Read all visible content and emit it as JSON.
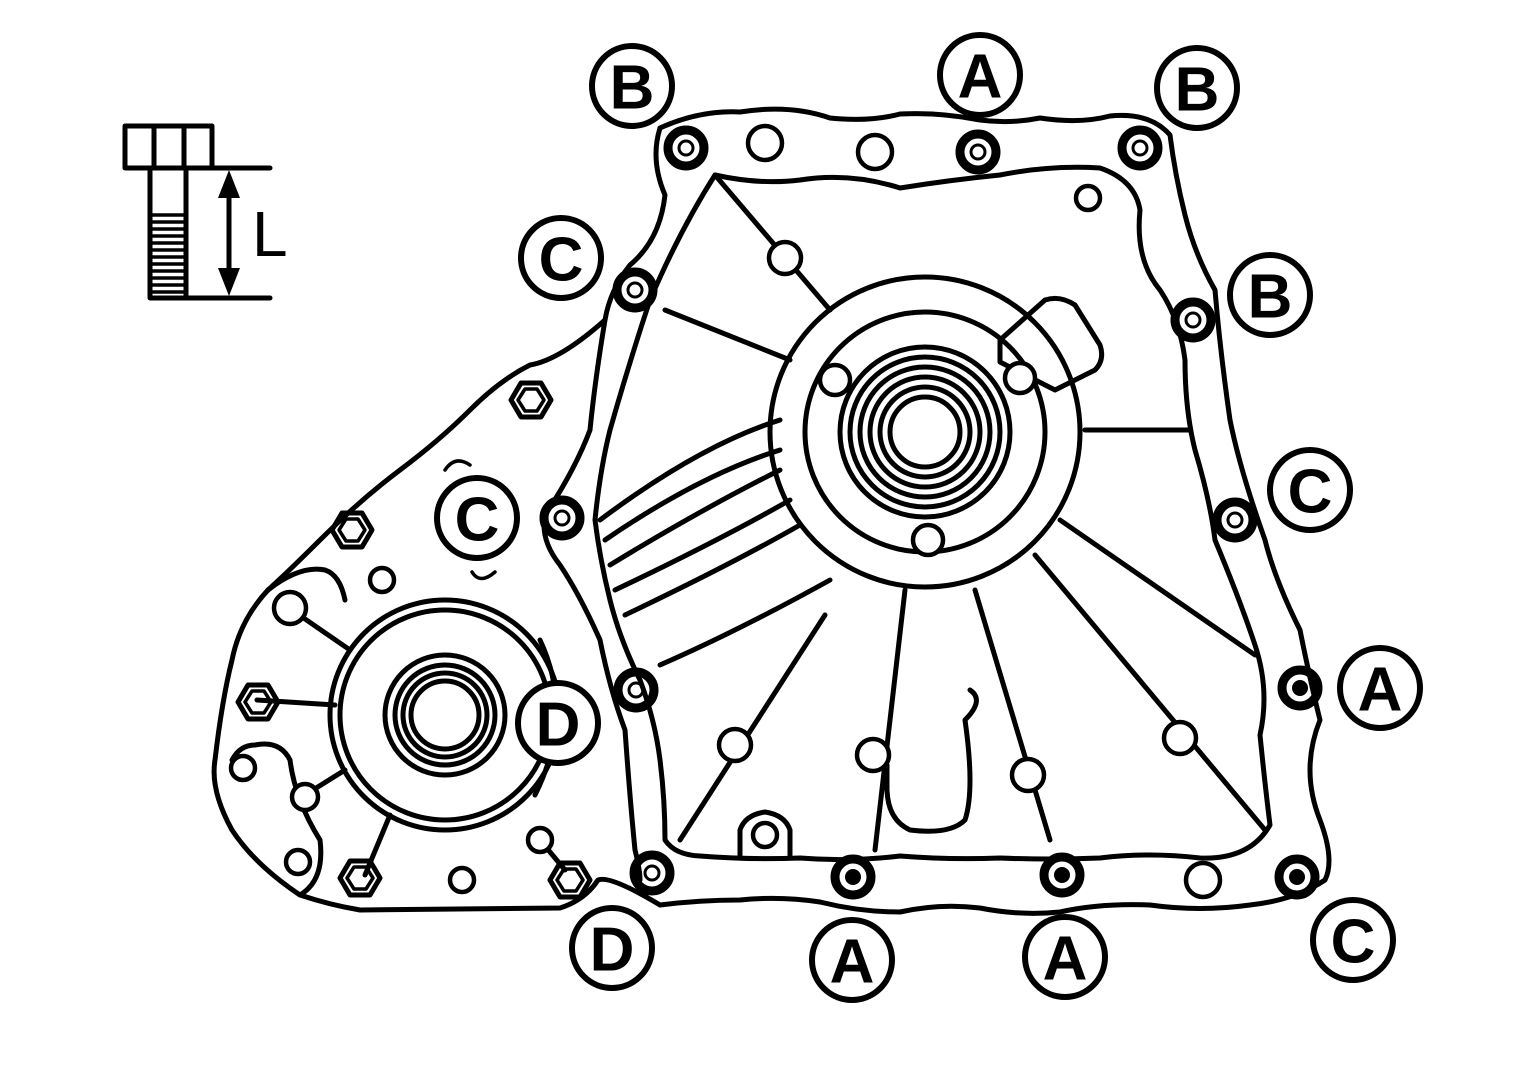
{
  "length_symbol": "L",
  "bolt_labels": [
    {
      "id": "b1",
      "text": "B"
    },
    {
      "id": "a1",
      "text": "A"
    },
    {
      "id": "b2",
      "text": "B"
    },
    {
      "id": "c1",
      "text": "C"
    },
    {
      "id": "b3",
      "text": "B"
    },
    {
      "id": "c2",
      "text": "C"
    },
    {
      "id": "c3",
      "text": "C"
    },
    {
      "id": "d1",
      "text": "D"
    },
    {
      "id": "a2",
      "text": "A"
    },
    {
      "id": "d2",
      "text": "D"
    },
    {
      "id": "a3",
      "text": "A"
    },
    {
      "id": "a4",
      "text": "A"
    },
    {
      "id": "c4",
      "text": "C"
    }
  ]
}
